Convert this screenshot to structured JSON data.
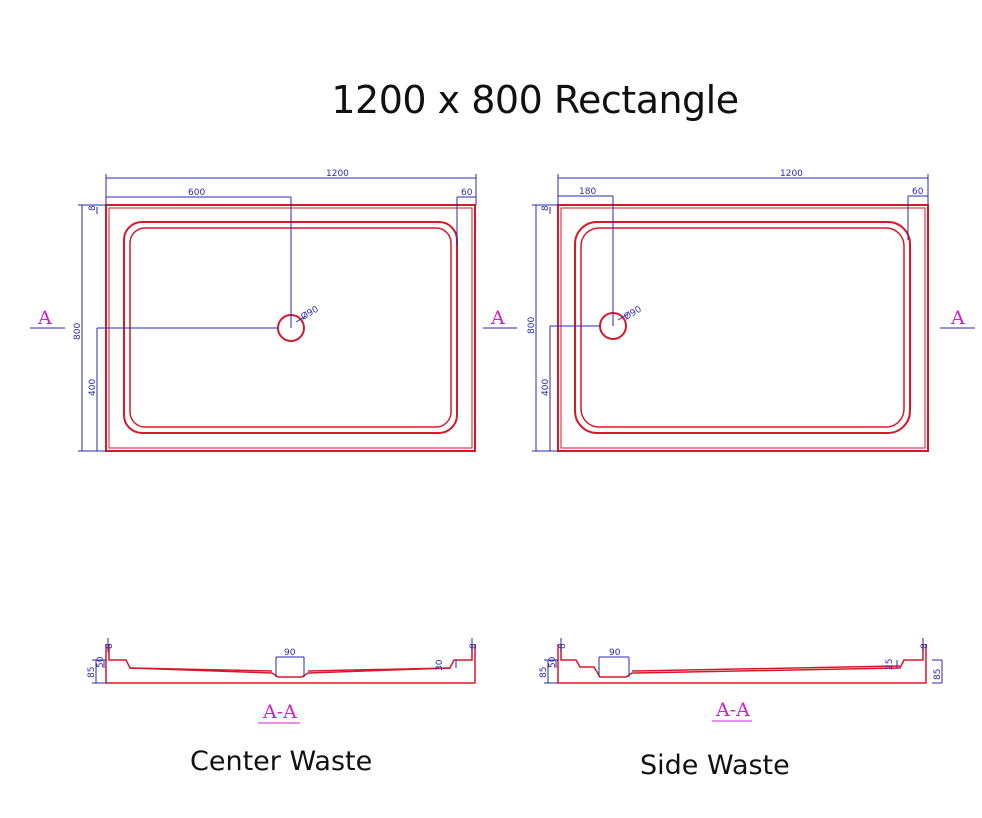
{
  "title": "1200 x 800 Rectangle",
  "colors": {
    "outline": "#d41a2a",
    "dimension": "#2a2ab0",
    "section_label": "#cc22cc",
    "text": "#111111"
  },
  "center_waste": {
    "caption": "Center Waste",
    "plan": {
      "width_dim": "1200",
      "waste_offset_dim": "600",
      "edge_dim": "60",
      "depth_dim": "800",
      "half_depth_dim": "400",
      "rim_dim": "8",
      "waste_dia": "Ø90",
      "section_marker_left": "A",
      "section_marker_right": "A"
    },
    "section": {
      "label": "A-A",
      "waste_width_dim": "90",
      "height_dim": "85",
      "upstand_left_dim": "50",
      "upstand_right_dim": "30",
      "rim_left_dim": "8",
      "rim_right_dim": "8"
    }
  },
  "side_waste": {
    "caption": "Side Waste",
    "plan": {
      "width_dim": "1200",
      "waste_offset_dim": "180",
      "edge_dim": "60",
      "depth_dim": "800",
      "half_depth_dim": "400",
      "rim_dim": "8",
      "waste_dia": "Ø90",
      "section_marker_right": "A"
    },
    "section": {
      "label": "A-A",
      "waste_width_dim": "90",
      "height_dim": "85",
      "height_dim_right": "85",
      "upstand_left_dim": "50",
      "upstand_right_dim": "25",
      "rim_left_dim": "8",
      "rim_right_dim": "8"
    }
  }
}
